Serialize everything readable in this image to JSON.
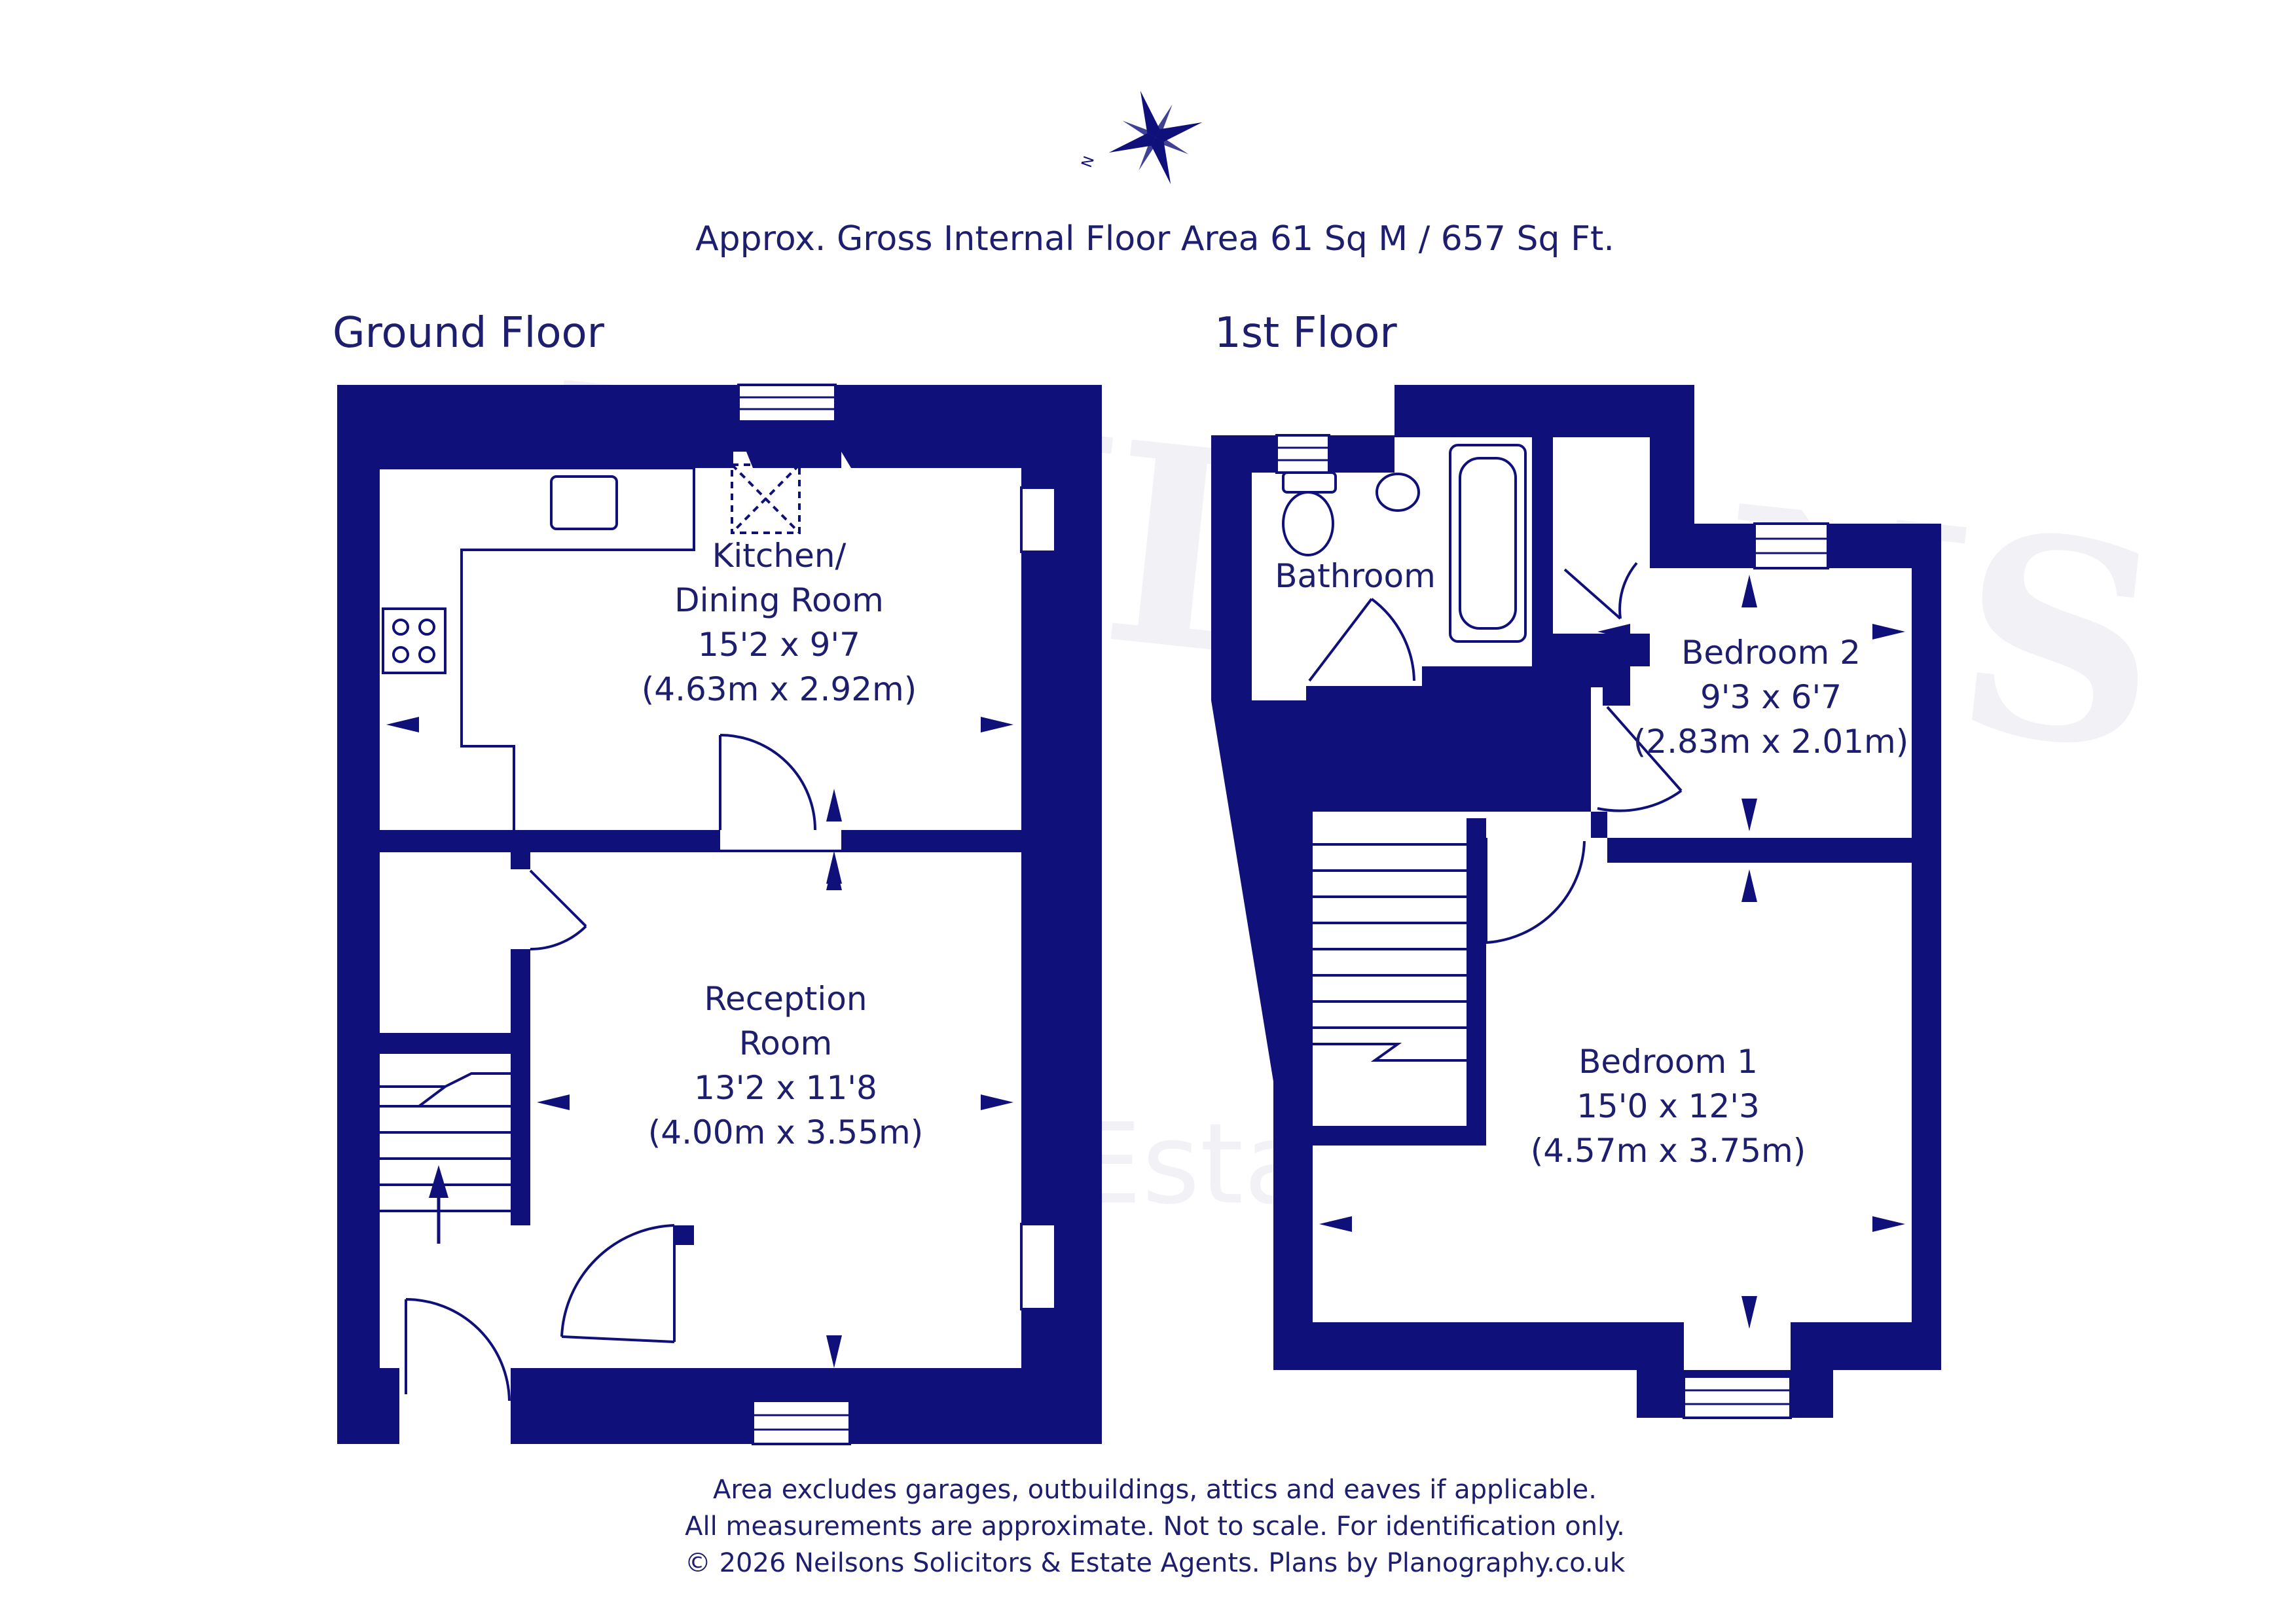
{
  "title": "Approx. Gross Internal Floor Area 61 Sq M / 657 Sq Ft.",
  "compass": {
    "label": "N"
  },
  "floors": {
    "ground": {
      "label": "Ground Floor",
      "rooms": {
        "kitchen": {
          "name_line1": "Kitchen/",
          "name_line2": "Dining Room",
          "imperial": "15'2 x 9'7",
          "metric": "(4.63m x 2.92m)"
        },
        "reception": {
          "name_line1": "Reception",
          "name_line2": "Room",
          "imperial": "13'2 x 11'8",
          "metric": "(4.00m x 3.55m)"
        }
      }
    },
    "first": {
      "label": "1st Floor",
      "rooms": {
        "bathroom": {
          "name": "Bathroom"
        },
        "bedroom2": {
          "name": "Bedroom 2",
          "imperial": "9'3 x 6'7",
          "metric": "(2.83m x 2.01m)"
        },
        "bedroom1": {
          "name": "Bedroom 1",
          "imperial": "15'0 x 12'3",
          "metric": "(4.57m x 3.75m)"
        }
      }
    }
  },
  "watermark": {
    "logo": "NEILSONS",
    "tagline": "Solicitors & Estate Agents"
  },
  "notes": [
    "Area excludes garages, outbuildings, attics and eaves if applicable.",
    "All measurements are approximate. Not to scale. For identification only.",
    "© 2026 Neilsons Solicitors & Estate Agents. Plans by Planography.co.uk"
  ],
  "colors": {
    "wall": "#10107a",
    "text": "#1e1e6e"
  }
}
